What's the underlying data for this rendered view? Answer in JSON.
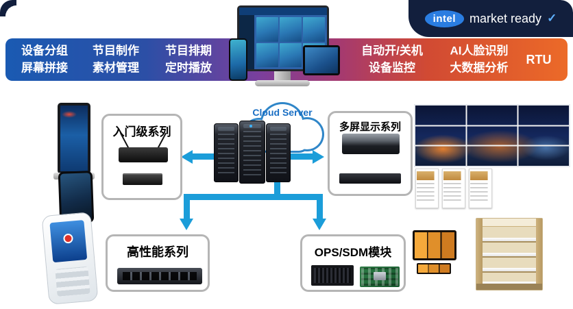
{
  "colors": {
    "navy": "#121f3d",
    "arrow": "#1b9dd9",
    "intel_blue": "#2a7de1",
    "cloud_outline": "#2f86c8",
    "banner_blue": "#1a5ab2",
    "banner_purple": "#7a3f9d",
    "banner_orange": "#ec6a28",
    "box_border": "#b5b5b5"
  },
  "header": {
    "intel": "intel",
    "market_ready": "market ready",
    "check": "✓"
  },
  "banner": {
    "items": [
      {
        "line1": "设备分组",
        "line2": "屏幕拼接"
      },
      {
        "line1": "节目制作",
        "line2": "素材管理"
      },
      {
        "line1": "节目排期",
        "line2": "定时播放"
      },
      {
        "line1": "自动开/关机",
        "line2": "设备监控"
      },
      {
        "line1": "AI人脸识别",
        "line2": "大数据分析"
      },
      {
        "line1": "RTU",
        "line2": ""
      }
    ]
  },
  "cloud": {
    "label": "Cloud Server"
  },
  "series": {
    "entry": {
      "label": "入门级系列"
    },
    "multiscreen": {
      "label": "多屏显示系列"
    },
    "performance": {
      "label": "高性能系列"
    },
    "ops": {
      "label": "OPS/SDM模块"
    }
  }
}
